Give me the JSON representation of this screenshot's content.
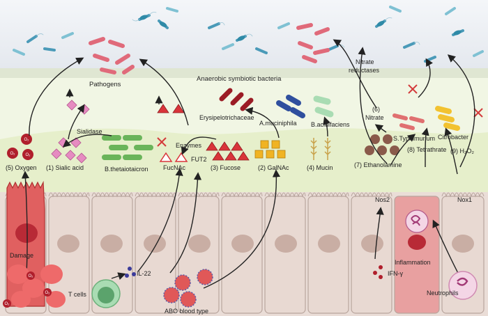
{
  "labels": {
    "pathogens": "Pathogens",
    "anaerobic_bacteria": "Anaerobic symbiotic bacteria",
    "nitrate_reductases_1": "Nitrate",
    "nitrate_reductases_2": "reductases",
    "erysipelotrichaceae": "Erysipelotrichaceae",
    "a_muciniphila": "A.muciniphila",
    "b_acidifaciens": "B.acidifaciens",
    "sialidase": "Sialidase",
    "enzymes": "Enzymes",
    "b_thetaiotaicron": "B.thetaiotaicron",
    "fut2": "FUT2",
    "fucnac": "FucNAc",
    "oxygen": "(5) Oxygen",
    "sialic_acid": "(1) Sialic acid",
    "fucose": "(3) Fucose",
    "galnac": "(2) GalNAc",
    "mucin": "(4) Mucin",
    "ethanolamine": "(7) Ethanolamine",
    "nitrate_6_num": "(6)",
    "nitrate_6": "Nitrate",
    "s_typhimurium": "S.Typhimurium",
    "citrobacter": "Citrobacter",
    "tetrathrate": "(8) Tetrathrate",
    "h2o2": "(9) H₂O₂",
    "nos2": "Nos2",
    "nox1": "Nox1",
    "inflammation": "Inflammation",
    "damage": "Damage",
    "ifn_gamma": "IFN-γ",
    "il22": "IL-22",
    "t_cells": "T cells",
    "abo_blood_type": "ABO blood type",
    "neutrophils": "Neutrophils",
    "o2": "O₂"
  },
  "colors": {
    "lumen": "#eef1f5",
    "mucus": "#eef5dd",
    "epithelium": "#e9d8d2",
    "pathogen": "#e06a7a",
    "sialic": "#e68bc1",
    "fucose": "#d9343a",
    "galnac": "#f0b323",
    "bacteroides": "#6ab45a",
    "akkermansia": "#2f4f9e",
    "acidifaciens": "#a9dcb3",
    "erysipelo": "#9b1c25",
    "ethanolamine": "#8a5a4a",
    "citrobacter": "#f2c230",
    "inhibit": "#d33b3b",
    "blood": "#e05858",
    "blood_dark": "#b01f2c"
  }
}
